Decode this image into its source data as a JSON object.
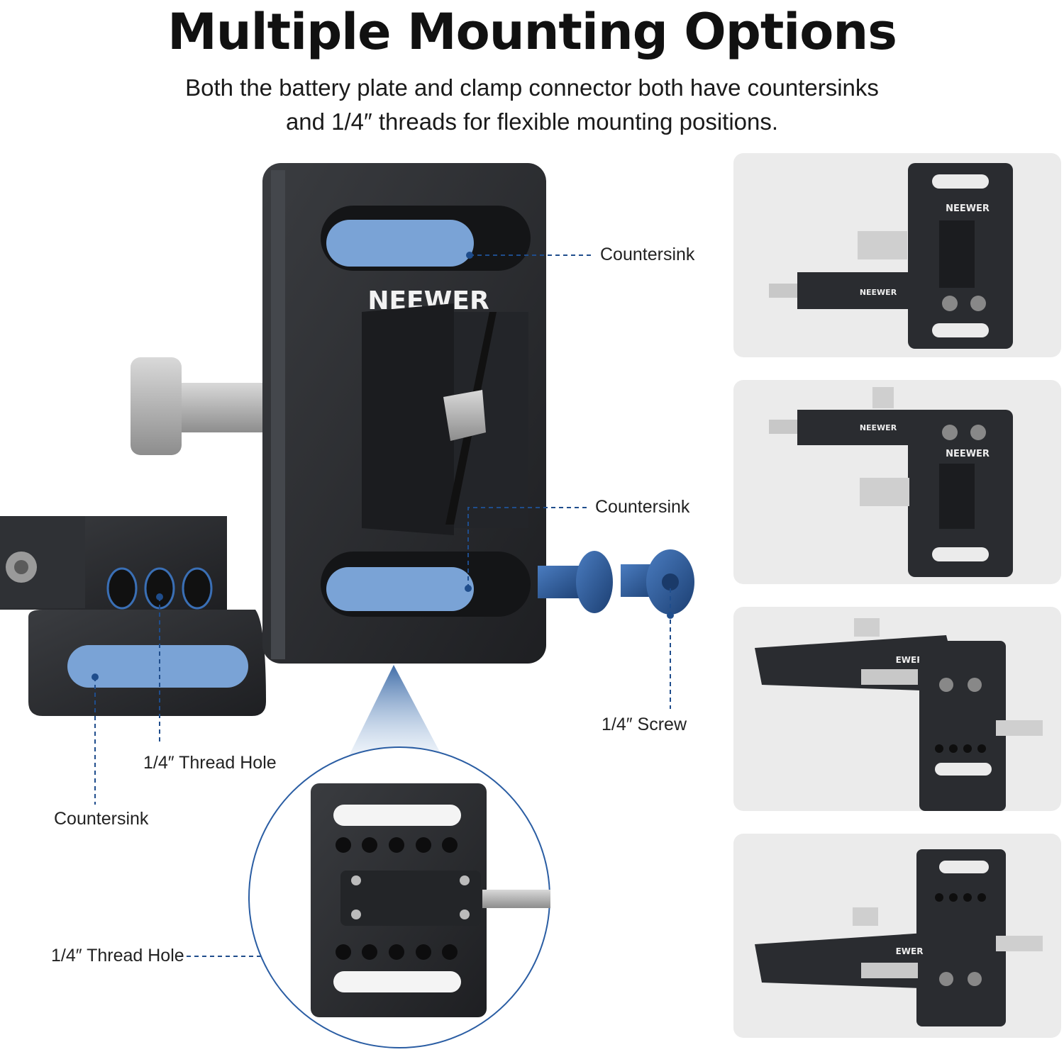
{
  "header": {
    "title": "Multiple Mounting Options",
    "subtitle_line1": "Both the battery plate and clamp connector both have countersinks",
    "subtitle_line2": "and 1/4″ threads for flexible mounting positions."
  },
  "product": {
    "brand": "NEEWER"
  },
  "callouts": {
    "countersink_top": "Countersink",
    "countersink_middle": "Countersink",
    "screw": "1/4″ Screw",
    "thread_hole_clamp": "1/4″ Thread Hole",
    "countersink_clamp": "Countersink",
    "thread_hole_back": "1/4″ Thread Hole"
  },
  "panels": [
    {
      "brand_plate": "NEEWER",
      "brand_arm": "NEEWER"
    },
    {
      "brand_plate": "NEEWER",
      "brand_arm": "NEEWER"
    },
    {
      "brand_arm": "EWER"
    },
    {
      "brand_arm": "EWER"
    }
  ],
  "colors": {
    "accent_blue": "#7aa3d6",
    "callout_line": "#1f4d8c",
    "metal_dark": "#2b2d30",
    "panel_bg": "#ebebeb"
  }
}
